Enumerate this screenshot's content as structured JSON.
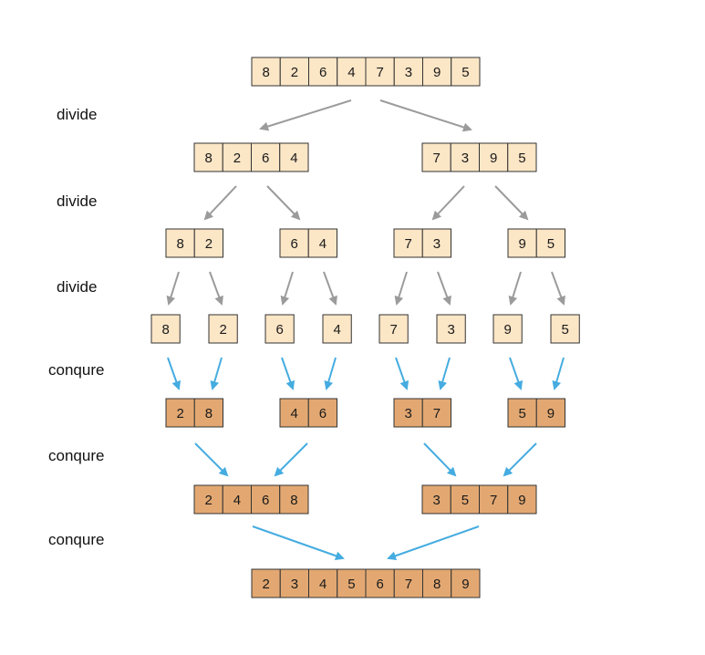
{
  "colors": {
    "divide_fill": "#fbe6c6",
    "conquer_fill": "#e3a872",
    "divide_arrow": "#9b9b9b",
    "conquer_arrow": "#45ace0"
  },
  "stage_labels": [
    "divide",
    "divide",
    "divide",
    "conqure",
    "conqure",
    "conqure"
  ],
  "levels": [
    {
      "phase": "divide",
      "arrays": [
        [
          8,
          2,
          6,
          4,
          7,
          3,
          9,
          5
        ]
      ]
    },
    {
      "phase": "divide",
      "arrays": [
        [
          8,
          2,
          6,
          4
        ],
        [
          7,
          3,
          9,
          5
        ]
      ]
    },
    {
      "phase": "divide",
      "arrays": [
        [
          8,
          2
        ],
        [
          6,
          4
        ],
        [
          7,
          3
        ],
        [
          9,
          5
        ]
      ]
    },
    {
      "phase": "divide",
      "arrays": [
        [
          8
        ],
        [
          2
        ],
        [
          6
        ],
        [
          4
        ],
        [
          7
        ],
        [
          3
        ],
        [
          9
        ],
        [
          5
        ]
      ]
    },
    {
      "phase": "conquer",
      "arrays": [
        [
          2,
          8
        ],
        [
          4,
          6
        ],
        [
          3,
          7
        ],
        [
          5,
          9
        ]
      ]
    },
    {
      "phase": "conquer",
      "arrays": [
        [
          2,
          4,
          6,
          8
        ],
        [
          3,
          5,
          7,
          9
        ]
      ]
    },
    {
      "phase": "conquer",
      "arrays": [
        [
          2,
          3,
          4,
          5,
          6,
          7,
          8,
          9
        ]
      ]
    }
  ]
}
